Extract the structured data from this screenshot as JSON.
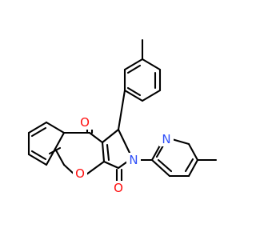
{
  "atoms": [
    {
      "id": "O_pyranone_keto",
      "element": "O",
      "label": "O",
      "color": "#ff0d0d"
    },
    {
      "id": "O_ring",
      "element": "O",
      "label": "O",
      "color": "#ff0d0d"
    },
    {
      "id": "O_lactam",
      "element": "O",
      "label": "O",
      "color": "#ff0d0d"
    },
    {
      "id": "N_lactam",
      "element": "N",
      "label": "N",
      "color": "#3050f8"
    },
    {
      "id": "N_pyridine",
      "element": "N",
      "label": "N",
      "color": "#3050f8"
    }
  ],
  "colors": {
    "bond": "#000000",
    "oxygen": "#ff0d0d",
    "nitrogen": "#3050f8",
    "background": "#ffffff"
  }
}
